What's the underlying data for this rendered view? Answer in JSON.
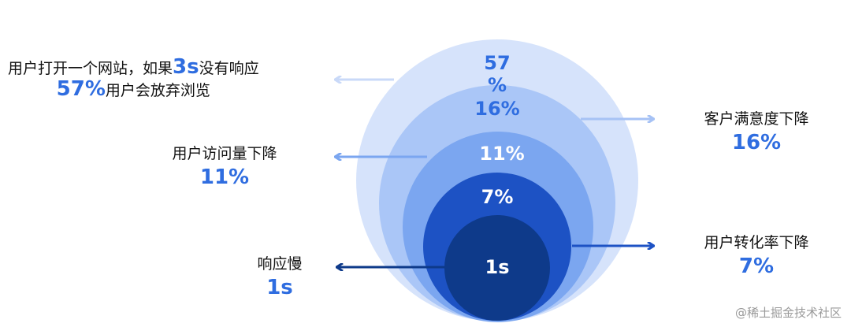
{
  "circles": [
    {
      "label": "57\n%",
      "color": "#d6e3fb",
      "text_color": "#2f6de0"
    },
    {
      "label": "16%",
      "color": "#aac6f7",
      "text_color": "#2f6de0"
    },
    {
      "label": "11%",
      "color": "#7ba6f0",
      "text_color": "#ffffff"
    },
    {
      "label": "7%",
      "color": "#1d52c4",
      "text_color": "#ffffff"
    },
    {
      "label": "1s",
      "color": "#0e3a8a",
      "text_color": "#ffffff"
    }
  ],
  "annotations": {
    "abandon": {
      "line1_a": "用户打开一个网站，如果",
      "line1_b": "3s",
      "line1_c": "没有响应",
      "line2_a": "57%",
      "line2_b": "用户会放弃浏览"
    },
    "satisfaction": {
      "text": "客户满意度下降",
      "value": "16%"
    },
    "visits": {
      "text": "用户访问量下降",
      "value": "11%"
    },
    "conversion": {
      "text": "用户转化率下降",
      "value": "7%"
    },
    "slow": {
      "text": "响应慢",
      "value": "1s"
    }
  },
  "watermark": "@稀土掘金技术社区"
}
